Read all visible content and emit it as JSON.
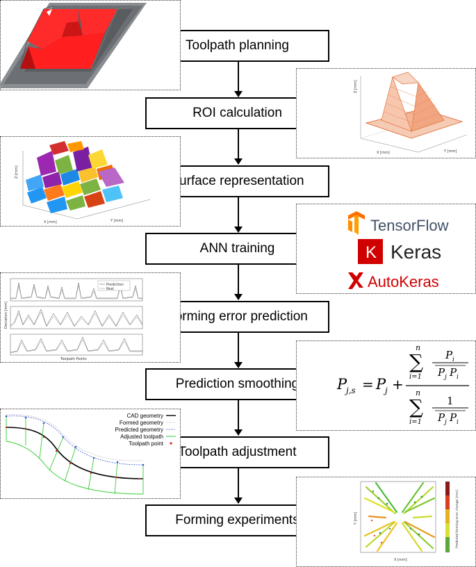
{
  "steps": [
    {
      "label": "Toolpath planning"
    },
    {
      "label": "ROI calculation"
    },
    {
      "label": "Surface representation"
    },
    {
      "label": "ANN training"
    },
    {
      "label": "Forming error prediction"
    },
    {
      "label": "Prediction smoothing"
    },
    {
      "label": "Toolpath adjustment"
    },
    {
      "label": "Forming experiments"
    }
  ],
  "frameworks": {
    "tensorflow": "TensorFlow",
    "keras": "Keras",
    "keras_letter": "K",
    "autokeras": "AutoKeras"
  },
  "roi_plot": {
    "ylabel": "Z [mm]",
    "xlabel1": "X [mm]",
    "xlabel2": "Y [mm]"
  },
  "surface_plot": {
    "zlabel": "Z [mm]",
    "xlabel": "X [mm]",
    "ylabel": "Y [mm]"
  },
  "error_plot": {
    "legend": [
      "Prediction",
      "Real"
    ],
    "ylabel": "Deviation [mm]",
    "xlabel": "Toolpath Points"
  },
  "formula": {
    "lhs": "P",
    "lhs_sub": "j,s",
    "eq": "=",
    "pj": "P",
    "pj_sub": "j",
    "plus": "+",
    "sum_top_n": "n",
    "sum_bottom": "i=1",
    "num_top": "P",
    "num_top_sub": "i",
    "den": "P",
    "den_sub1": "j",
    "den2": "P",
    "den_sub2": "i",
    "one": "1"
  },
  "toolpath_legend": [
    {
      "label": "CAD geometry",
      "color": "#000000"
    },
    {
      "label": "Formed geometry",
      "color": "#aaaaaa"
    },
    {
      "label": "Predicted geometry",
      "color": "#3355cc"
    },
    {
      "label": "Adjusted toolpath",
      "color": "#33cc33"
    },
    {
      "label": "Toolpath point",
      "color": "#dd2222"
    }
  ],
  "experiment_plot": {
    "xlabel": "X [mm]",
    "ylabel": "Y [mm]",
    "colorbar_label": "Predicted forming error change [mm]"
  }
}
